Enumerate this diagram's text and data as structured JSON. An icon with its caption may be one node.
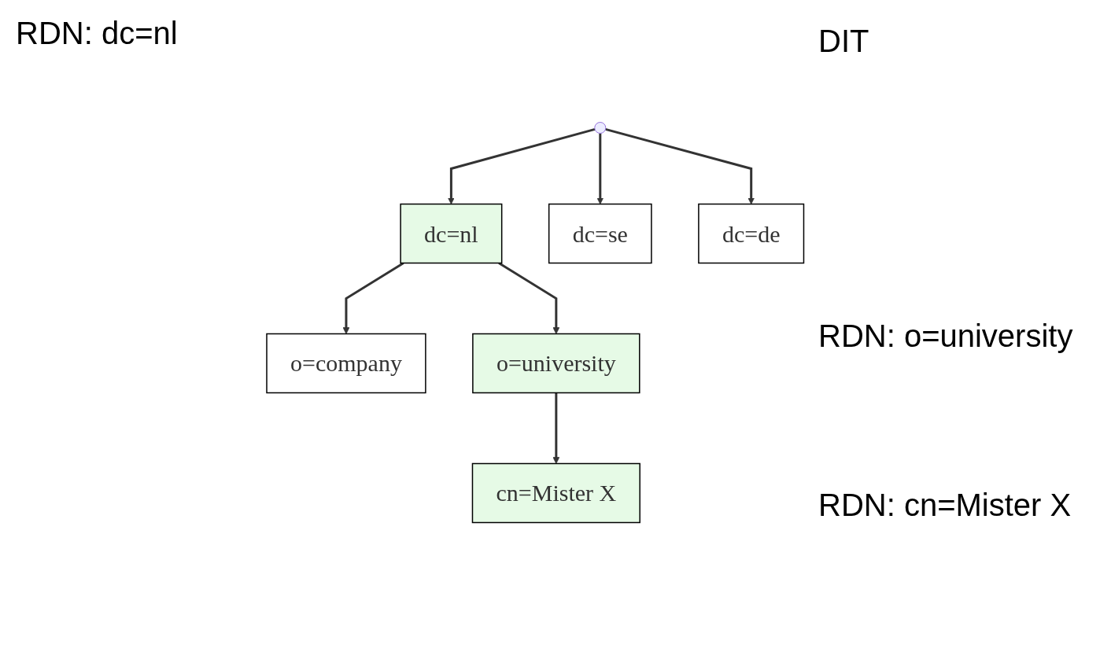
{
  "diagram": {
    "nodes": [
      {
        "text": [
          "dc=nl"
        ]
      },
      {
        "text": [
          "dc=se"
        ]
      },
      {
        "text": [
          "dc=de"
        ]
      },
      {
        "text": [
          "o=company"
        ]
      },
      {
        "text": [
          "o=university"
        ]
      },
      {
        "text": [
          "cn=Mister X"
        ]
      }
    ],
    "edges": [
      {
        "from": null,
        "to": 0,
        "arrow": "to"
      },
      {
        "from": null,
        "to": 1,
        "arrow": "to"
      },
      {
        "from": null,
        "to": 2,
        "arrow": "to"
      },
      {
        "from": 0,
        "to": 3,
        "arrow": "to"
      },
      {
        "from": 0,
        "to": 4,
        "arrow": "to"
      },
      {
        "from": 4,
        "to": 5,
        "arrow": "to"
      }
    ],
    "labels": [
      "DIT",
      "RDN: dc=nl",
      "RDN: o=university",
      "RDN: cn=Mister X"
    ]
  }
}
